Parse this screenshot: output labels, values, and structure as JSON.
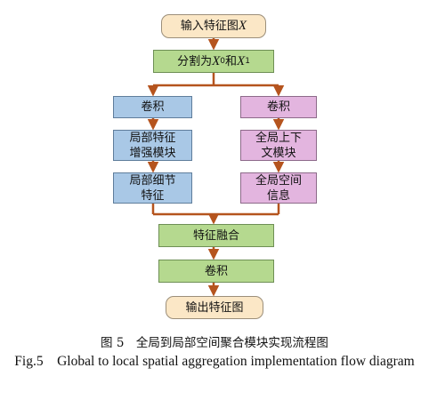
{
  "nodes": {
    "input": "输入特征图",
    "input_var": "X",
    "split_prefix": "分割为",
    "split_x": "X",
    "split_sub0": "0",
    "split_and": "和",
    "split_sub1": "1",
    "conv_left": "卷积",
    "conv_right": "卷积",
    "local_enhance": "局部特征\n增强模块",
    "global_context": "全局上下\n文模块",
    "local_detail": "局部细节\n特征",
    "global_spatial": "全局空间\n信息",
    "fusion": "特征融合",
    "conv_final": "卷积",
    "output": "输出特征图"
  },
  "caption": {
    "cn": "图 5　全局到局部空间聚合模块实现流程图",
    "en": "Fig.5　Global to local spatial aggregation implementation flow diagram"
  },
  "colors": {
    "arrow": "#b5541e",
    "pill": "#fbe7c6",
    "green": "#b5d98f",
    "blue": "#a9c8e6",
    "pink": "#e3b5df"
  }
}
